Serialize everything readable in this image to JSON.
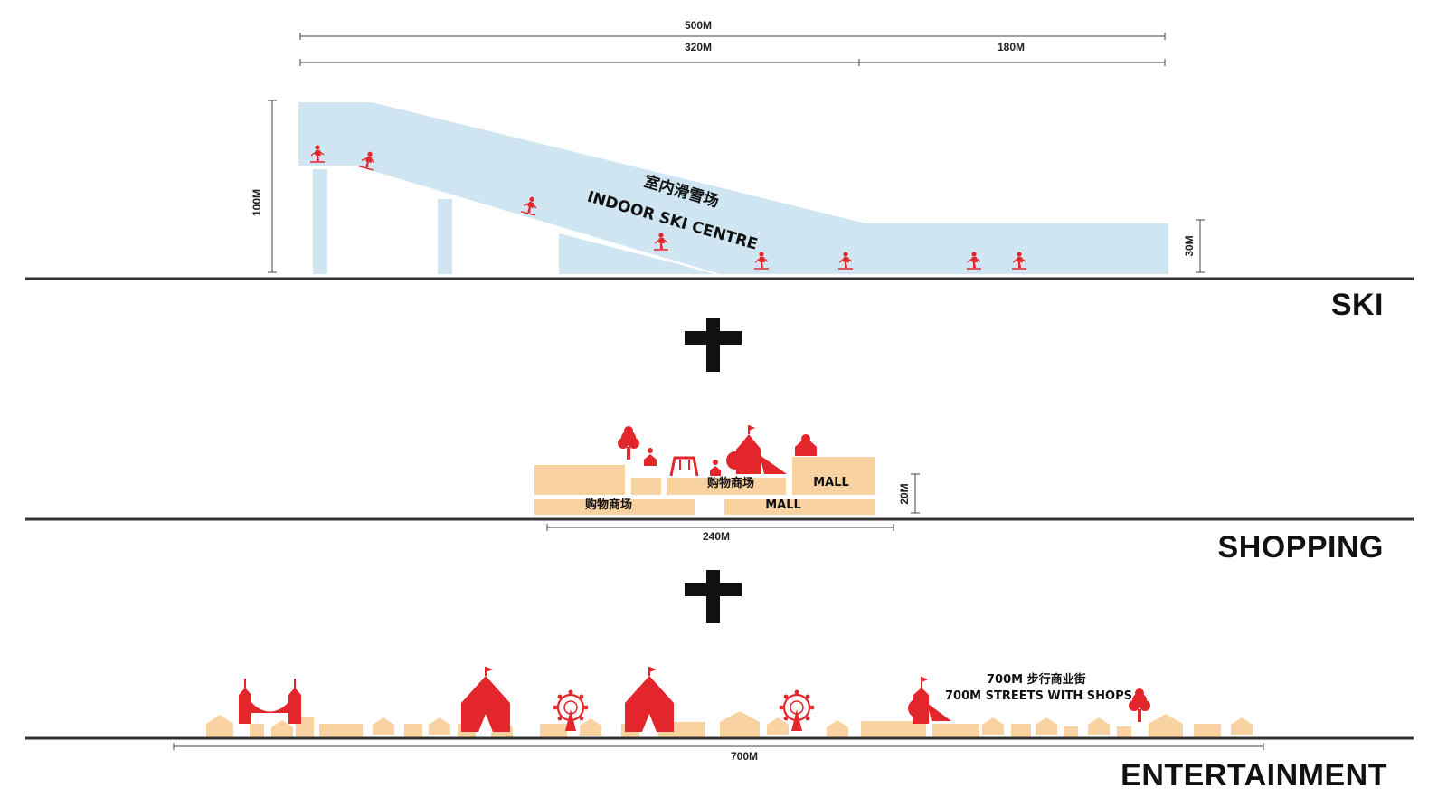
{
  "ski": {
    "section_title": "SKI",
    "dims": {
      "total_length": "500M",
      "slope_length": "320M",
      "flat_length": "180M",
      "max_height": "100M",
      "end_height": "30M"
    },
    "name_cn": "室内滑雪场",
    "name_en": "INDOOR SKI CENTRE"
  },
  "shopping": {
    "section_title": "SHOPPING",
    "labels": {
      "upper_cn": "购物商场",
      "upper_en": "MALL",
      "lower_cn": "购物商场",
      "lower_en": "MALL"
    },
    "dims": {
      "height": "20M",
      "length": "240M"
    }
  },
  "entertainment": {
    "section_title": "ENTERTAINMENT",
    "label_cn": "700M 步行商业街",
    "label_en": "700M STREETS WITH SHOPS",
    "dims": {
      "length": "700M"
    }
  },
  "operators": {
    "plus_1": "+",
    "plus_2": "+"
  },
  "colors": {
    "snow": "#cfe6f2",
    "building": "#f9d2a1",
    "accent_red": "#e3262b",
    "ground": "#333333"
  },
  "icons": [
    "skier-icon",
    "tree-icon",
    "carousel-icon",
    "swing-icon",
    "castle-icon",
    "ferris-wheel-icon",
    "circus-tent-icon",
    "house-icon",
    "plus-icon"
  ]
}
